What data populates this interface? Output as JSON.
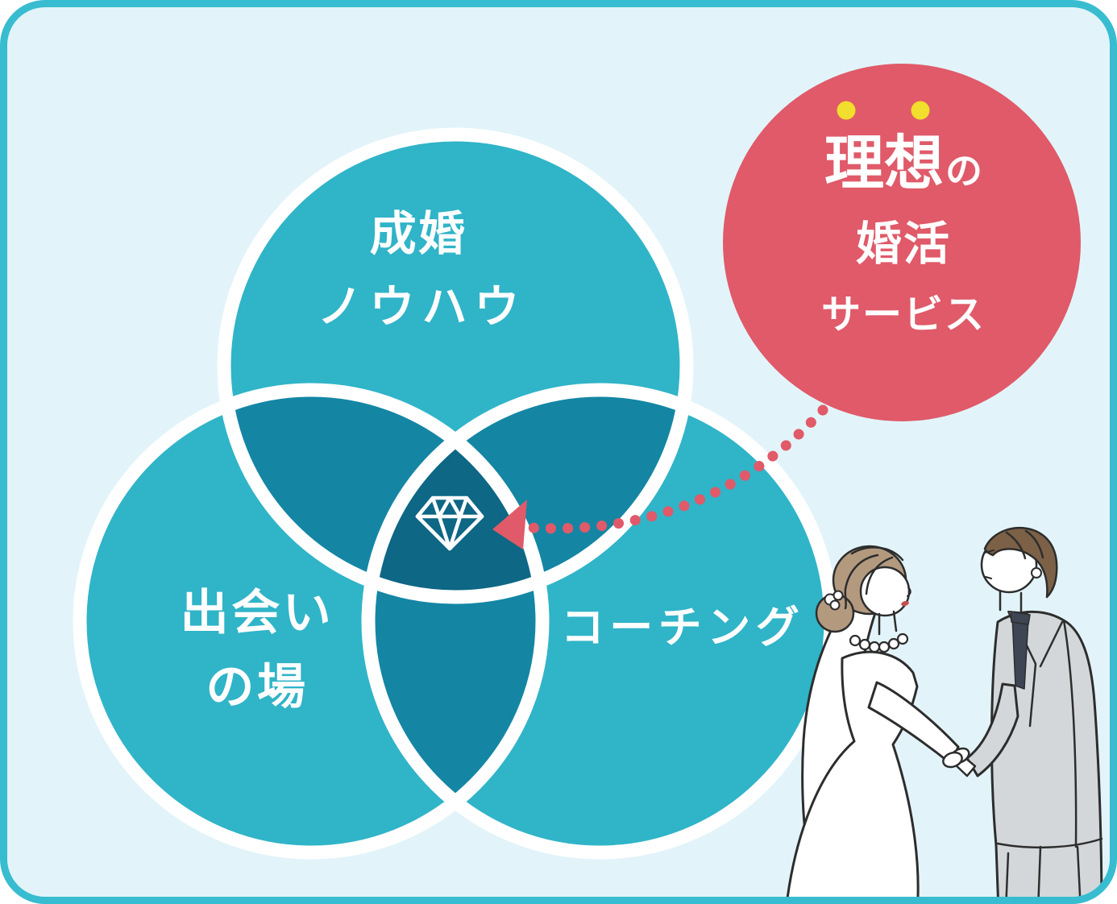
{
  "card": {
    "background": "#e2f4f9",
    "border_color": "#38bcd0"
  },
  "venn": {
    "colors": {
      "single": "#30b4c8",
      "double": "#1486a4",
      "triple": "#0d6785",
      "ring": "#ffffff",
      "label_text": "#ffffff"
    },
    "top_circle": {
      "line1": "成婚",
      "line2": "ノウハウ"
    },
    "left_circle": {
      "line1": "出会い",
      "line2": "の場"
    },
    "right_circle": {
      "line1": "コーチング"
    },
    "center_icon": "diamond-gem"
  },
  "callout": {
    "fill": "#e05a69",
    "text_color": "#ffffff",
    "emphasis_dot_color": "#f2de2c",
    "line1_emphasis": "理想",
    "line1_suffix": "の",
    "line2": "婚活",
    "line3": "サービス"
  },
  "arrow": {
    "color": "#e05a69",
    "style": "dotted",
    "from": "callout-circle",
    "to": "center-diamond"
  },
  "illustration": {
    "subject": "bride and groom holding hands",
    "colors": {
      "line": "#2d2d2d",
      "bride_hair": "#b39a7f",
      "groom_hair": "#7c6147",
      "suit": "#d4d7d9",
      "tie": "#3e4553",
      "lips": "#c44f52",
      "white": "#ffffff"
    }
  }
}
